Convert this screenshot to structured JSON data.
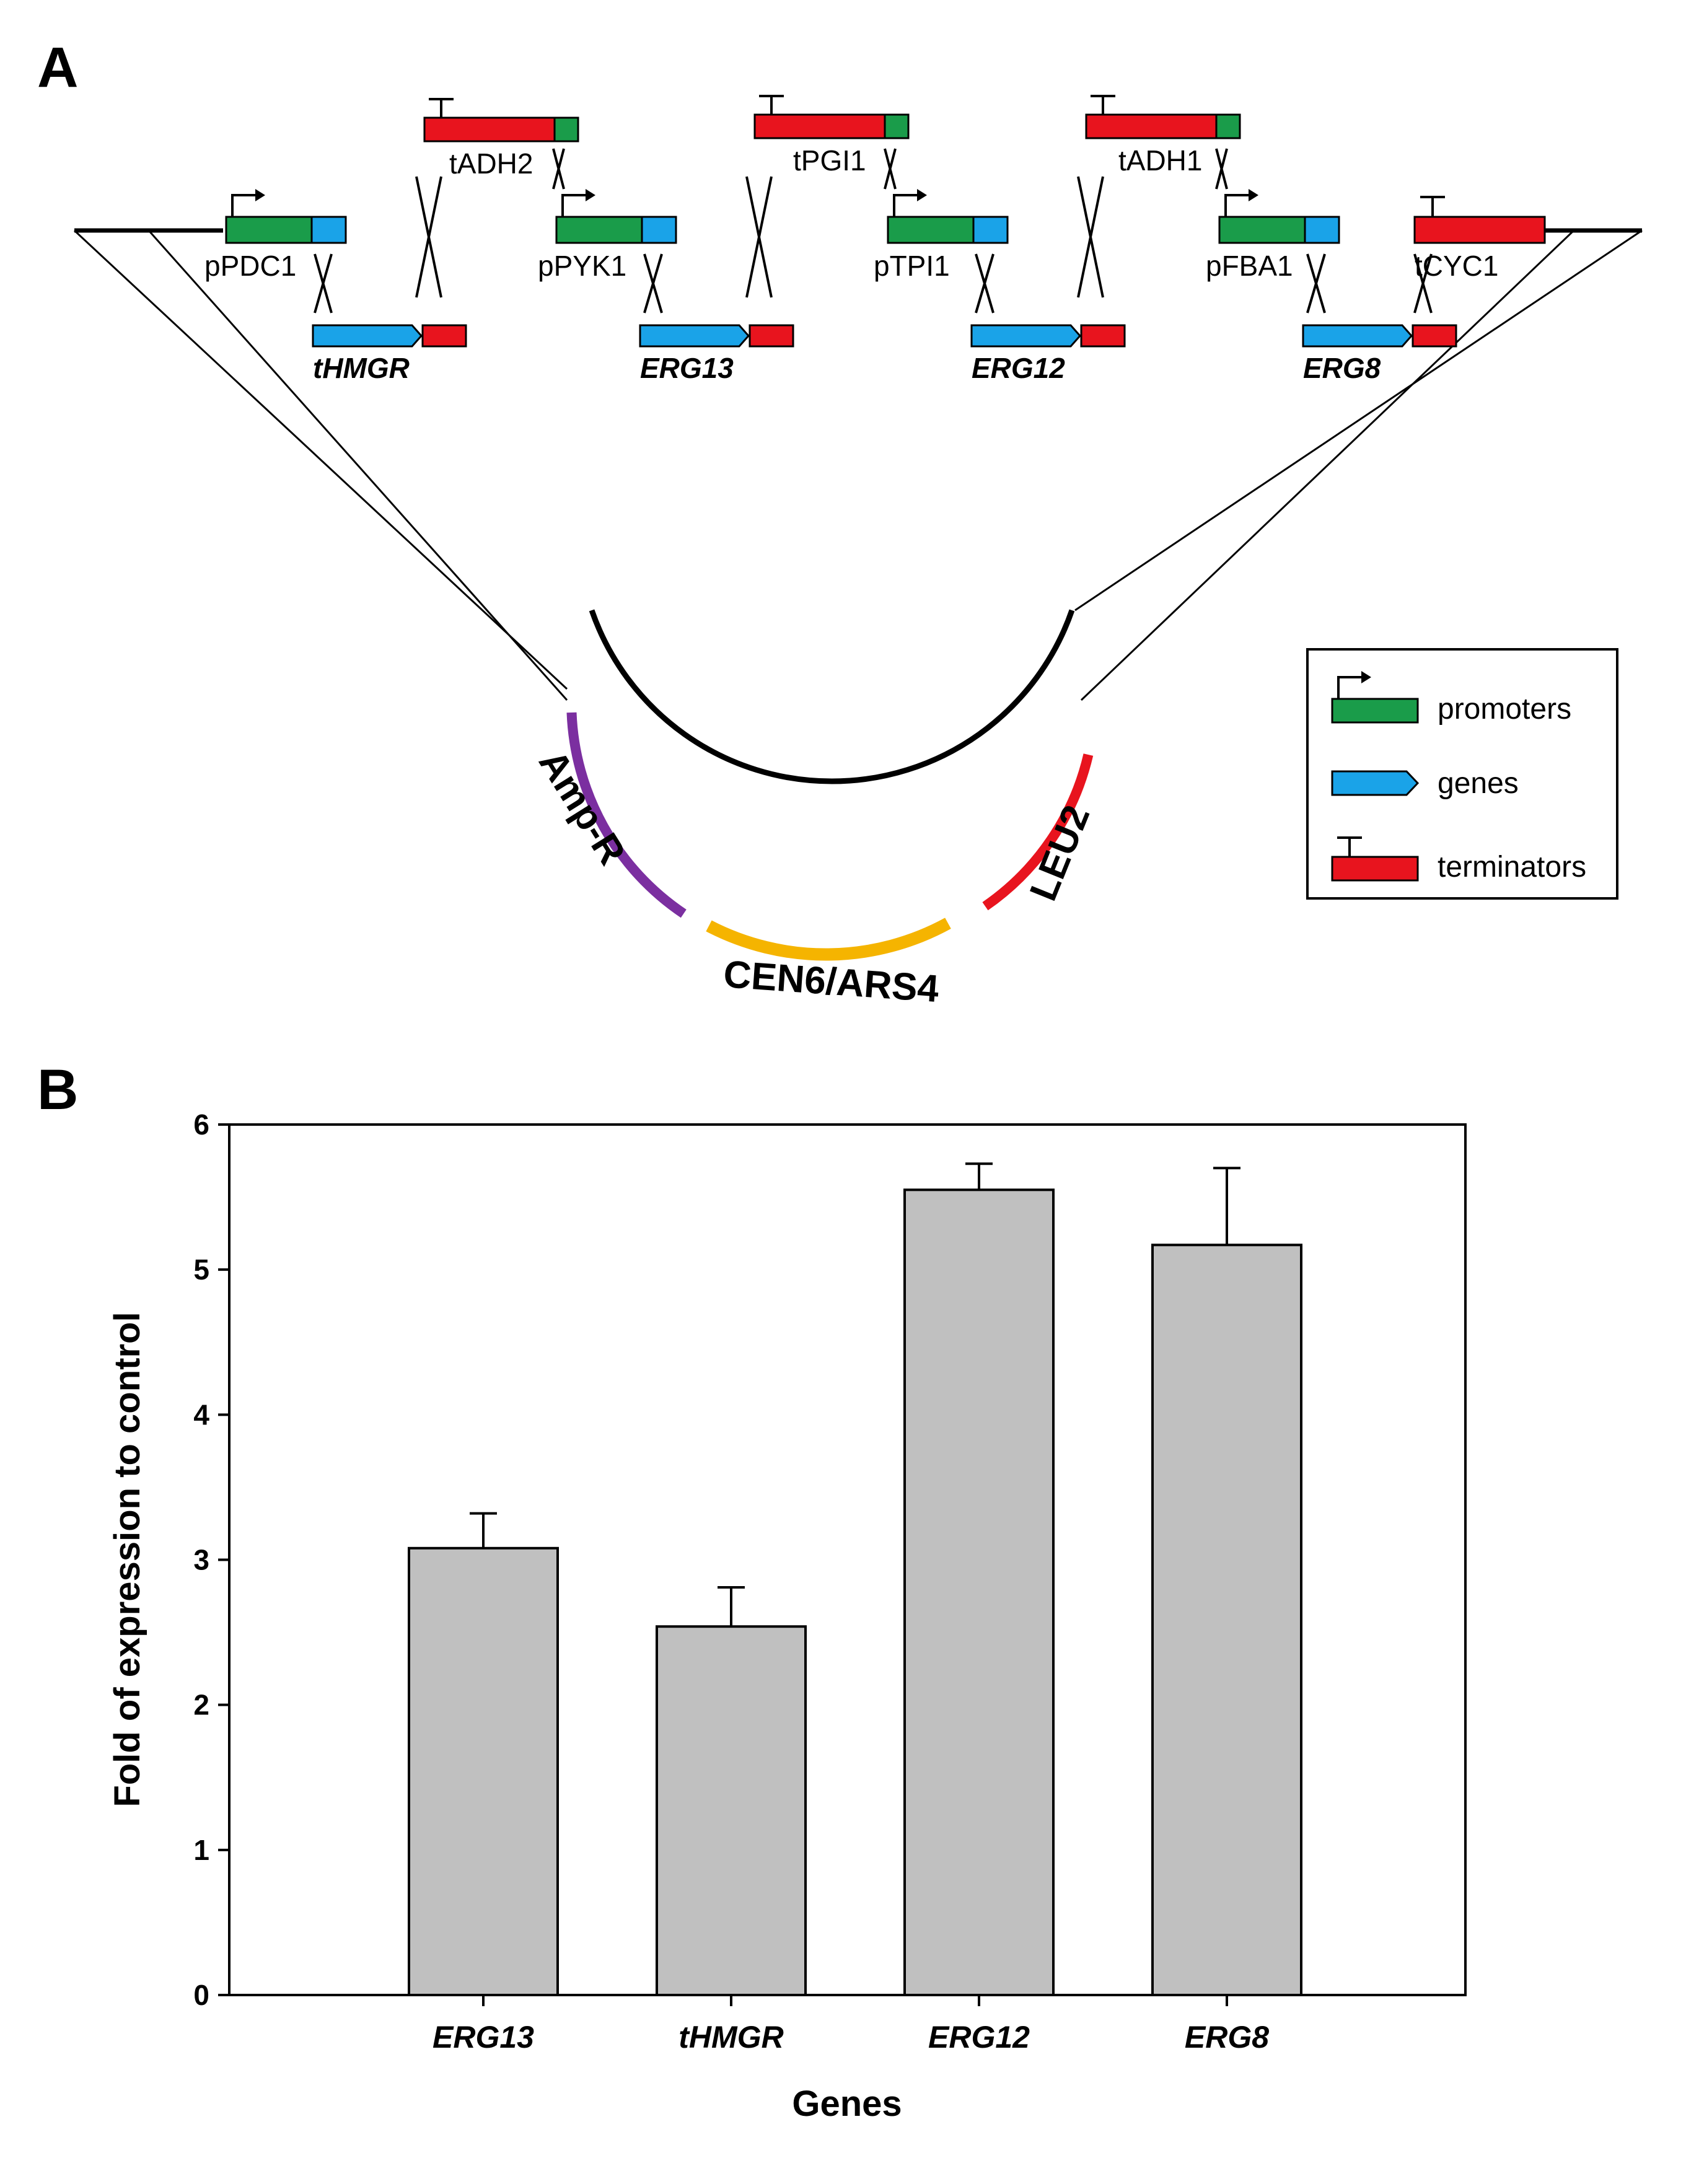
{
  "panel_a": {
    "label": "A",
    "promoters": [
      "pPDC1",
      "pPYK1",
      "pTPI1",
      "pFBA1"
    ],
    "terminators": [
      "tADH2",
      "tPGI1",
      "tADH1",
      "tCYC1"
    ],
    "genes": [
      "tHMGR",
      "ERG13",
      "ERG12",
      "ERG8"
    ],
    "plasmid_segments": [
      "Amp-R",
      "CEN6/ARS4",
      "LEU2"
    ],
    "legend": {
      "promoters": "promoters",
      "genes": "genes",
      "terminators": "terminators"
    },
    "colors": {
      "promoter": "#1a9c4a",
      "gene": "#1aa3e8",
      "terminator": "#e8141e",
      "amp": "#7b2fa0",
      "cen": "#f5b400",
      "leu": "#e8141e"
    }
  },
  "panel_b": {
    "label": "B"
  },
  "chart_data": {
    "type": "bar",
    "categories": [
      "ERG13",
      "tHMGR",
      "ERG12",
      "ERG8"
    ],
    "values": [
      3.08,
      2.54,
      5.55,
      5.17
    ],
    "errors": [
      0.24,
      0.27,
      0.18,
      0.53
    ],
    "ylim": [
      0,
      6
    ],
    "yticks": [
      0,
      1,
      2,
      3,
      4,
      5,
      6
    ],
    "xlabel": "Genes",
    "ylabel": "Fold of expression to control",
    "bar_color": "#c0c0c0"
  }
}
